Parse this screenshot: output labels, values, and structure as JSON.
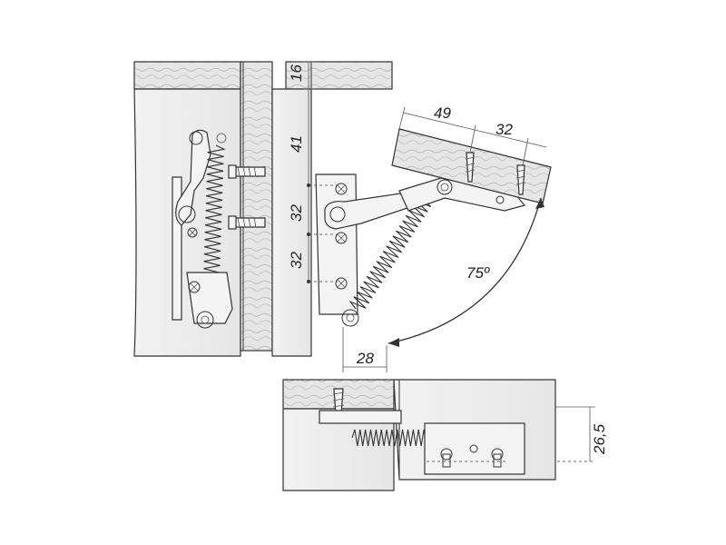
{
  "dimensions": {
    "d16": "16",
    "d41": "41",
    "d32a": "32",
    "d32b": "32",
    "d28": "28",
    "d49": "49",
    "d32c": "32",
    "d26_5": "26,5",
    "angle": "75º"
  },
  "colors": {
    "wood": "#e4e4e4",
    "line": "#333333",
    "board": "#ededed"
  }
}
